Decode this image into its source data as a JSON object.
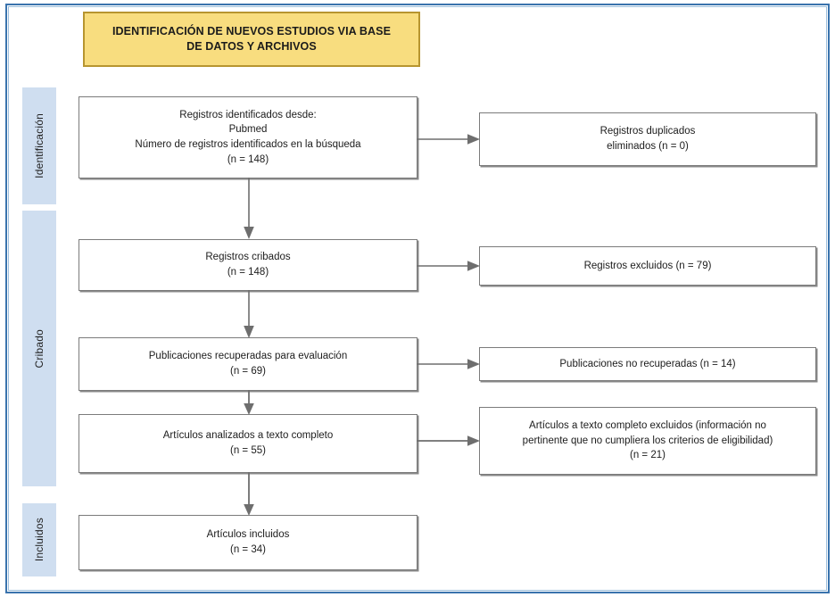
{
  "title": {
    "line1": "IDENTIFICACIÓN DE NUEVOS ESTUDIOS VIA BASE",
    "line2": "DE DATOS Y ARCHIVOS"
  },
  "stages": [
    {
      "key": "identificacion",
      "label": "Identificación"
    },
    {
      "key": "cribado",
      "label": "Cribado"
    },
    {
      "key": "incluidos",
      "label": "Incluidos"
    }
  ],
  "boxes": {
    "identificados": {
      "line1": "Registros identificados desde:",
      "line2": "Pubmed",
      "line3": "Número de registros identificados en la búsqueda",
      "line4": "(n = 148)",
      "count": 148
    },
    "duplicados": {
      "line1": "Registros duplicados",
      "line2": "eliminados (n = 0)",
      "count": 0
    },
    "cribados": {
      "line1": "Registros cribados",
      "line2": "(n = 148)",
      "count": 148
    },
    "excluidos": {
      "line1": "Registros excluidos (n = 79)",
      "count": 79
    },
    "recuperadas": {
      "line1": "Publicaciones recuperadas para evaluación",
      "line2": "(n = 69)",
      "count": 69
    },
    "norecuperadas": {
      "line1": "Publicaciones no recuperadas (n = 14)",
      "count": 14
    },
    "textocompleto": {
      "line1": "Artículos analizados a texto completo",
      "line2": "(n = 55)",
      "count": 55
    },
    "textoexcluidos": {
      "line1": "Artículos a texto completo excluidos (información no",
      "line2": "pertinente que no cumpliera los criterios de eligibilidad)",
      "line3": "(n = 21)",
      "count": 21
    },
    "incluidos": {
      "line1": "Artículos incluidos",
      "line2": "(n = 34)",
      "count": 34
    }
  },
  "colors": {
    "title_fill": "#F8DD7F",
    "title_border": "#B79530",
    "stage_fill": "#CFDEF0",
    "box_border": "#7B7B7B",
    "arrow": "#6E6E6E",
    "frame": "#3A73AD"
  }
}
